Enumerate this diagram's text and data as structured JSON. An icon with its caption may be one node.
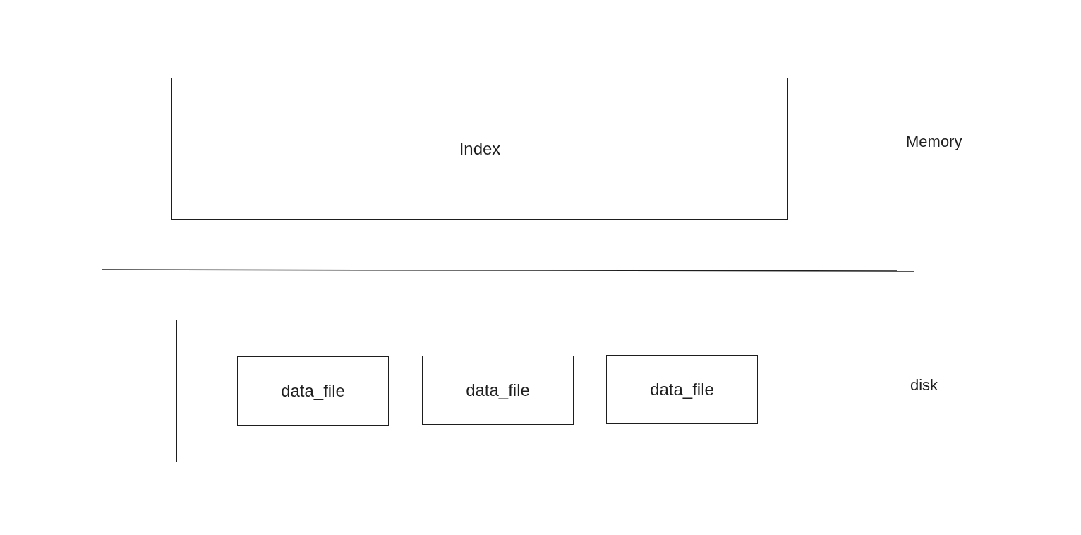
{
  "diagram": {
    "nodes": [
      {
        "text": [
          "Index"
        ]
      },
      {
        "text": [],
        "shape": "box"
      },
      {
        "text": [
          "data_file"
        ],
        "in": 1
      },
      {
        "text": [
          "data_file"
        ],
        "in": 1
      },
      {
        "text": [
          "data_file"
        ],
        "in": 1
      }
    ],
    "labels": [
      "Memory",
      "disk"
    ]
  }
}
